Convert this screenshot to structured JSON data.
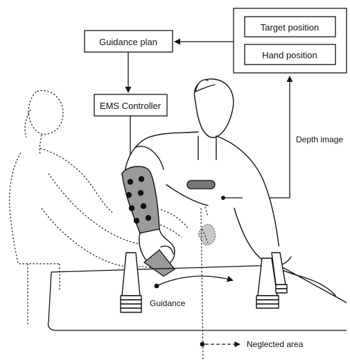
{
  "labels": {
    "target_position": "Target position",
    "hand_position": "Hand position",
    "guidance_plan": "Guidance plan",
    "ems_controller": "EMS Controller",
    "depth_image": "Depth image",
    "guidance": "Guidance",
    "neglected_area": "Neglected area"
  },
  "colors": {
    "line": "#111111",
    "sleeve_fill": "#9a9a9a",
    "sensor_fill": "#777777",
    "electrode": "#111111"
  }
}
